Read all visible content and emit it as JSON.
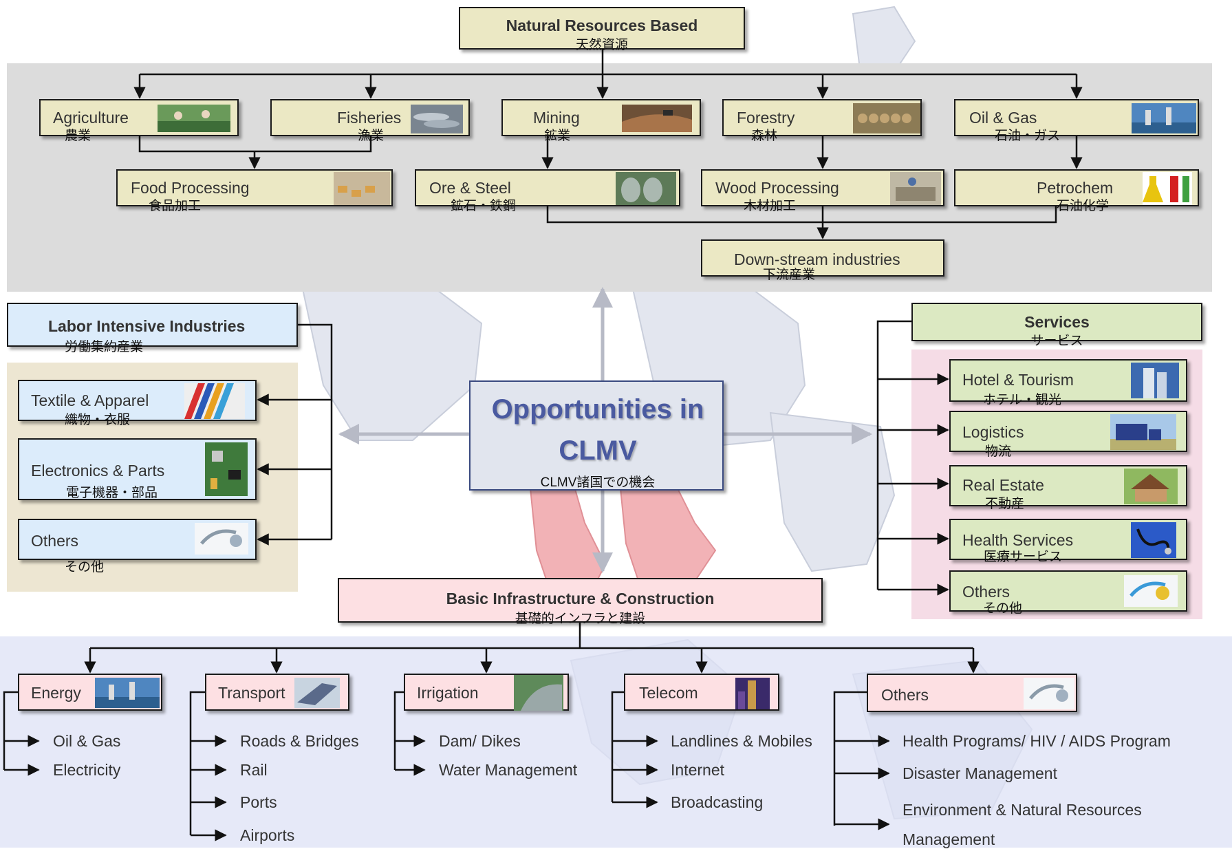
{
  "natural": {
    "header_en": "Natural Resources Based",
    "header_jp": "天然資源",
    "agriculture_en": "Agriculture",
    "agriculture_jp": "農業",
    "fisheries_en": "Fisheries",
    "fisheries_jp": "漁業",
    "mining_en": "Mining",
    "mining_jp": "鉱業",
    "forestry_en": "Forestry",
    "forestry_jp": "森林",
    "oilgas_en": "Oil & Gas",
    "oilgas_jp": "石油・ガス",
    "food_en": "Food Processing",
    "food_jp": "食品加工",
    "ore_en": "Ore & Steel",
    "ore_jp": "鉱石・鉄鋼",
    "wood_en": "Wood Processing",
    "wood_jp": "木材加工",
    "petro_en": "Petrochem",
    "petro_jp": "石油化学",
    "down_en": "Down-stream industries",
    "down_jp": "下流産業"
  },
  "labor": {
    "header_en": "Labor Intensive Industries",
    "header_jp": "労働集約産業",
    "textile_en": "Textile & Apparel",
    "textile_jp": "織物・衣服",
    "electronics_en": "Electronics & Parts",
    "electronics_jp": "電子機器・部品",
    "others_en": "Others",
    "others_jp": "その他"
  },
  "center": {
    "title": "Opportunities in CLMV",
    "jp": "CLMV諸国での機会"
  },
  "services": {
    "header_en": "Services",
    "header_jp": "サービス",
    "hotel_en": "Hotel & Tourism",
    "hotel_jp": "ホテル・観光",
    "logistics_en": "Logistics",
    "logistics_jp": "物流",
    "realestate_en": "Real Estate",
    "realestate_jp": "不動産",
    "health_en": "Health Services",
    "health_jp": "医療サービス",
    "others_en": "Others",
    "others_jp": "その他"
  },
  "infra": {
    "header_en": "Basic Infrastructure & Construction",
    "header_jp": "基礎的インフラと建設",
    "energy": "Energy",
    "transport": "Transport",
    "irrigation": "Irrigation",
    "telecom": "Telecom",
    "others": "Others",
    "energy_items": [
      "Oil & Gas",
      "Electricity"
    ],
    "transport_items": [
      "Roads & Bridges",
      "Rail",
      "Ports",
      "Airports"
    ],
    "irrigation_items": [
      "Dam/ Dikes",
      "Water Management"
    ],
    "telecom_items": [
      "Landlines & Mobiles",
      "Internet",
      "Broadcasting"
    ],
    "others_items": [
      "Health Programs/ HIV / AIDS Program",
      "Disaster Management",
      "Environment & Natural Resources",
      "Management"
    ]
  },
  "colors": {
    "tan": "#ebe8c4",
    "blue": "#dcecfb",
    "green": "#dce9c2",
    "pink": "#fde0e3",
    "center_text": "#4a5aa0"
  }
}
